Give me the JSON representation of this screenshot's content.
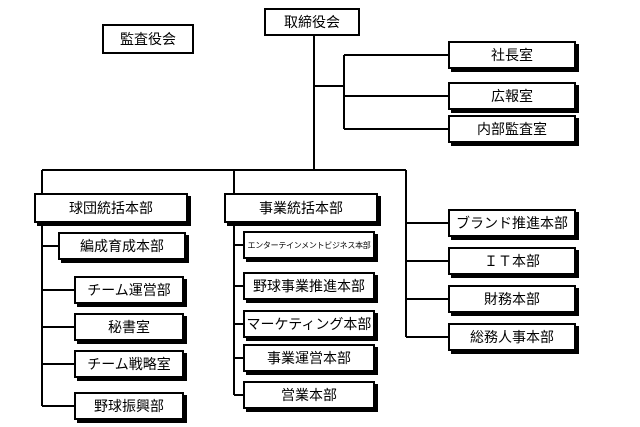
{
  "board": "取締役会",
  "auditors": "監査役会",
  "staff": [
    "社長室",
    "広報室",
    "内部監査室"
  ],
  "divisions": {
    "baseball_ops": {
      "title": "球団統括本部",
      "units": [
        "編成育成本部",
        "チーム運営部",
        "秘書室",
        "チーム戦略室",
        "野球振興部"
      ]
    },
    "business": {
      "title": "事業統括本部",
      "units": [
        "エンターテインメントビジネス本部",
        "野球事業推進本部",
        "マーケティング本部",
        "事業運営本部",
        "営業本部"
      ]
    },
    "corporate": {
      "units": [
        "ブランド推進本部",
        "ＩＴ本部",
        "財務本部",
        "総務人事本部"
      ]
    }
  }
}
